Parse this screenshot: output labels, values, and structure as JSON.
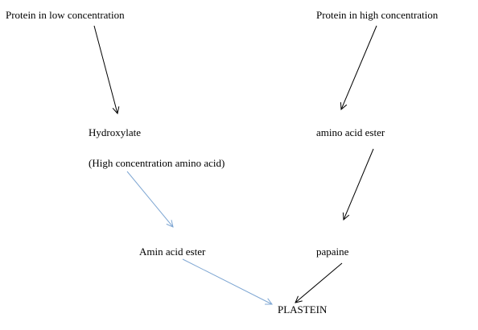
{
  "nodes": {
    "protein_low": "Protein in low concentration",
    "protein_high": "Protein in high concentration",
    "hydroxylate": "Hydroxylate",
    "hydroxylate_note": "(High concentration amino acid)",
    "amino_acid_ester": "amino acid ester",
    "amin_acid_ester": "Amin acid ester",
    "papaine": "papaine",
    "plastein": "PLASTEIN"
  },
  "colors": {
    "black_arrow": "#000000",
    "blue_arrow": "#7fa7d3"
  }
}
